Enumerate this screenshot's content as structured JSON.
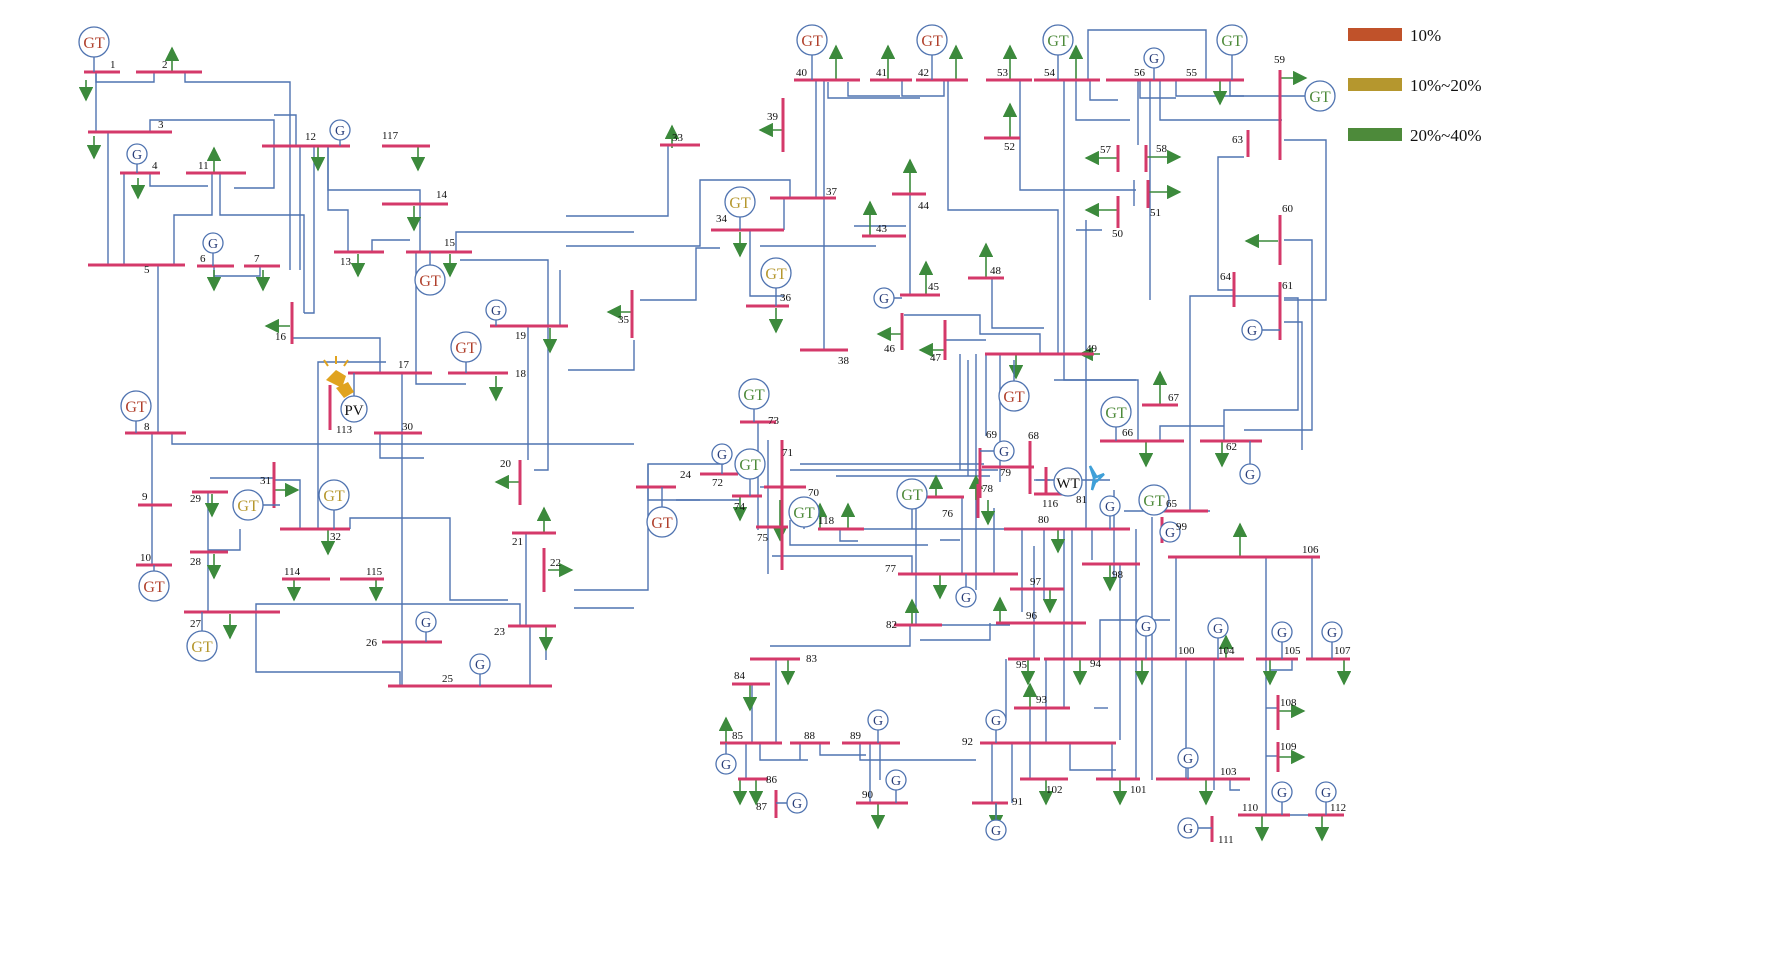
{
  "legend": [
    {
      "label": "10%",
      "color": "#c0522a"
    },
    {
      "label": "10%~20%",
      "color": "#b5972e"
    },
    {
      "label": "20%~40%",
      "color": "#4d8a3a"
    }
  ],
  "colors": {
    "bus": "#d4396a",
    "line": "#4f73b0",
    "load": "#3c8a3c",
    "gt_red": "#b0402c",
    "gt_gold": "#b5972e",
    "gt_green": "#4d8a3a",
    "generator": "#2a3f7a",
    "pv": "#e0a31f",
    "wt": "#3fa0d8"
  },
  "symbols": {
    "gas_turbine": "GT",
    "generator": "G",
    "pv": "PV",
    "wind": "WT"
  },
  "buses": [
    "1",
    "2",
    "3",
    "4",
    "5",
    "6",
    "7",
    "8",
    "9",
    "10",
    "11",
    "12",
    "13",
    "14",
    "15",
    "16",
    "17",
    "18",
    "19",
    "20",
    "21",
    "22",
    "23",
    "24",
    "25",
    "26",
    "27",
    "28",
    "29",
    "30",
    "31",
    "32",
    "33",
    "34",
    "35",
    "36",
    "37",
    "38",
    "39",
    "40",
    "41",
    "42",
    "43",
    "44",
    "45",
    "46",
    "47",
    "48",
    "49",
    "50",
    "51",
    "52",
    "53",
    "54",
    "55",
    "56",
    "57",
    "58",
    "59",
    "60",
    "61",
    "62",
    "63",
    "64",
    "65",
    "66",
    "67",
    "68",
    "69",
    "70",
    "71",
    "72",
    "73",
    "74",
    "75",
    "76",
    "77",
    "78",
    "79",
    "80",
    "81",
    "82",
    "83",
    "84",
    "85",
    "86",
    "87",
    "88",
    "89",
    "90",
    "91",
    "92",
    "93",
    "94",
    "95",
    "96",
    "97",
    "98",
    "99",
    "100",
    "101",
    "102",
    "103",
    "104",
    "105",
    "106",
    "107",
    "108",
    "109",
    "110",
    "111",
    "112",
    "113",
    "114",
    "115",
    "116",
    "117",
    "118"
  ]
}
